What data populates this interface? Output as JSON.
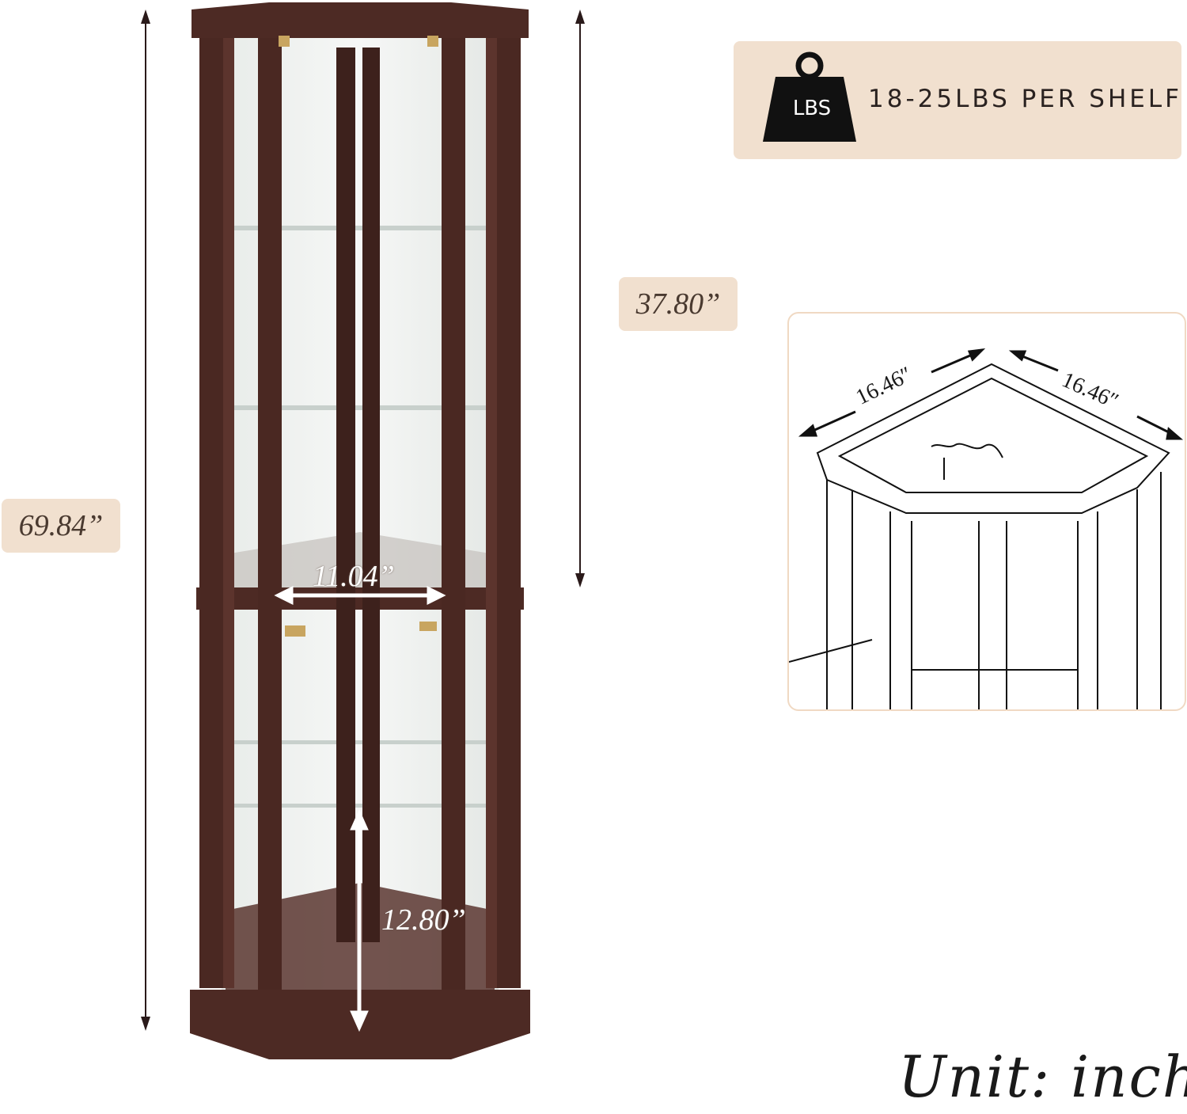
{
  "dimensions": {
    "total_height": "69.84”",
    "upper_height": "37.80”",
    "inner_width": "11.04”",
    "lower_shelf_gap": "12.80”",
    "top_side_left": "16.46″",
    "top_side_right": "16.46″"
  },
  "weight": {
    "icon_label": "LBS",
    "text": "18-25LBS PER SHELF",
    "icon": "weight-icon"
  },
  "unit_note": "Unit: inch.",
  "colors": {
    "wood": "#4a2822",
    "tag_bg": "#f1e0cf",
    "line": "#3a1f1c"
  }
}
